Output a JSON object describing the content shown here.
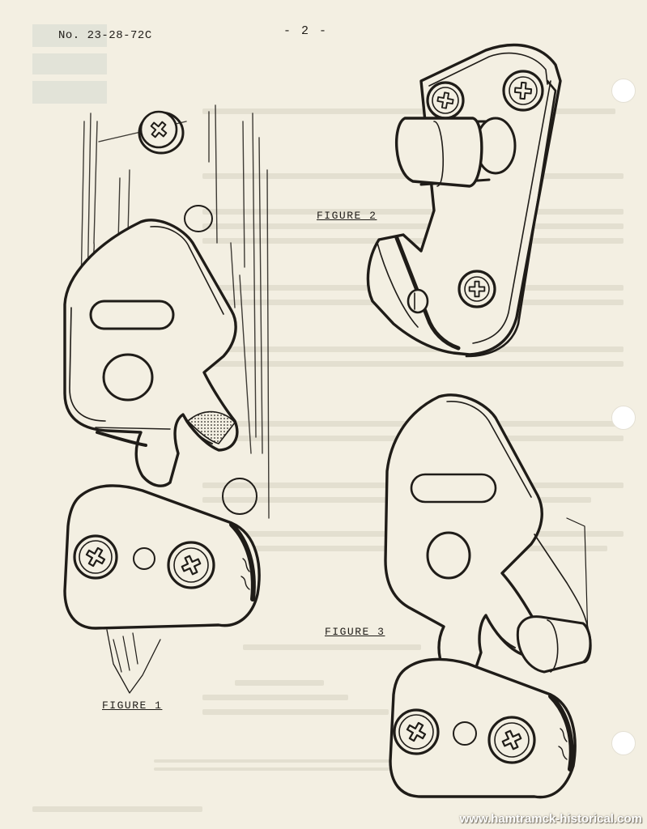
{
  "header": {
    "bulletin_number": "No. 23-28-72C",
    "page_number": "- 2 -"
  },
  "figures": {
    "figure_1_label": "FIGURE 1",
    "figure_2_label": "FIGURE 2",
    "figure_3_label": "FIGURE 3"
  },
  "watermark": {
    "text": "www.hamtramck-historical.com"
  },
  "colors": {
    "paper": "#f3efe2",
    "ink": "#1f1c18",
    "bleed_through": "#c9c3b3"
  }
}
